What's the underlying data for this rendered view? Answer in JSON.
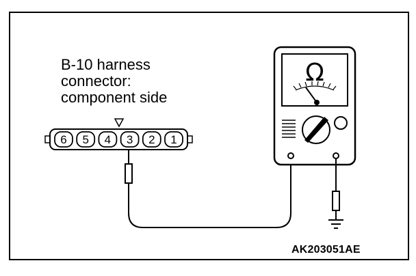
{
  "connector": {
    "caption_line1": "B-10 harness",
    "caption_line2": "connector:",
    "caption_line3": "component side",
    "pins": [
      "6",
      "5",
      "4",
      "3",
      "2",
      "1"
    ]
  },
  "meter": {
    "symbol": "Ω",
    "icon": "ohmmeter-icon"
  },
  "figure_code": "AK203051AE",
  "colors": {
    "line": "#000000",
    "background": "#ffffff"
  }
}
